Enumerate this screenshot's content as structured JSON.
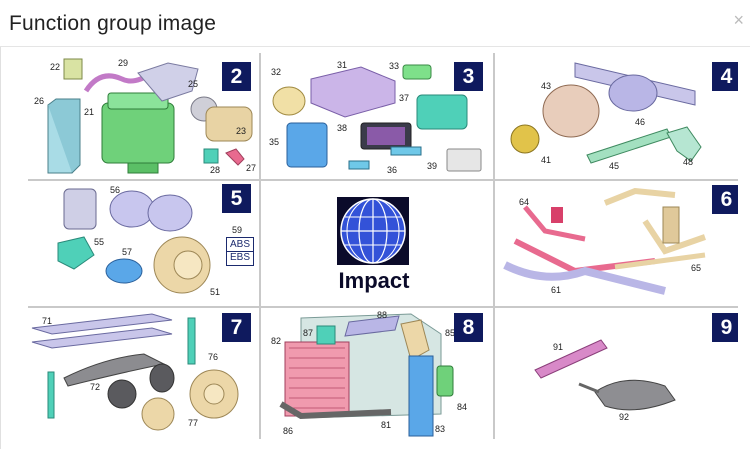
{
  "dialog": {
    "title": "Function group image",
    "close_glyph": "×"
  },
  "groups": [
    {
      "number": "2",
      "parts": [
        "22",
        "29",
        "25",
        "26",
        "21",
        "23",
        "28",
        "27"
      ]
    },
    {
      "number": "3",
      "parts": [
        "32",
        "31",
        "33",
        "37",
        "35",
        "38",
        "36",
        "39"
      ]
    },
    {
      "number": "4",
      "parts": [
        "43",
        "46",
        "41",
        "45",
        "48"
      ]
    },
    {
      "number": "5",
      "parts": [
        "56",
        "59",
        "55",
        "57",
        "51"
      ],
      "abs_label": "ABS",
      "ebs_label": "EBS"
    },
    {
      "number": "6",
      "parts": [
        "64",
        "61",
        "65"
      ]
    },
    {
      "number": "7",
      "parts": [
        "71",
        "76",
        "72",
        "77"
      ]
    },
    {
      "number": "8",
      "parts": [
        "88",
        "87",
        "82",
        "85",
        "84",
        "81",
        "83",
        "86"
      ]
    },
    {
      "number": "9",
      "parts": [
        "91",
        "92"
      ]
    }
  ],
  "logo": {
    "text": "Impact"
  },
  "colors": {
    "badge": "#0f1a5e",
    "engine_green": "#6fd17a",
    "lavender": "#b9b6e6",
    "pink": "#e86a8f",
    "teal": "#4fd0b8",
    "tan": "#e8d3a4",
    "blue": "#5aa7e8"
  }
}
